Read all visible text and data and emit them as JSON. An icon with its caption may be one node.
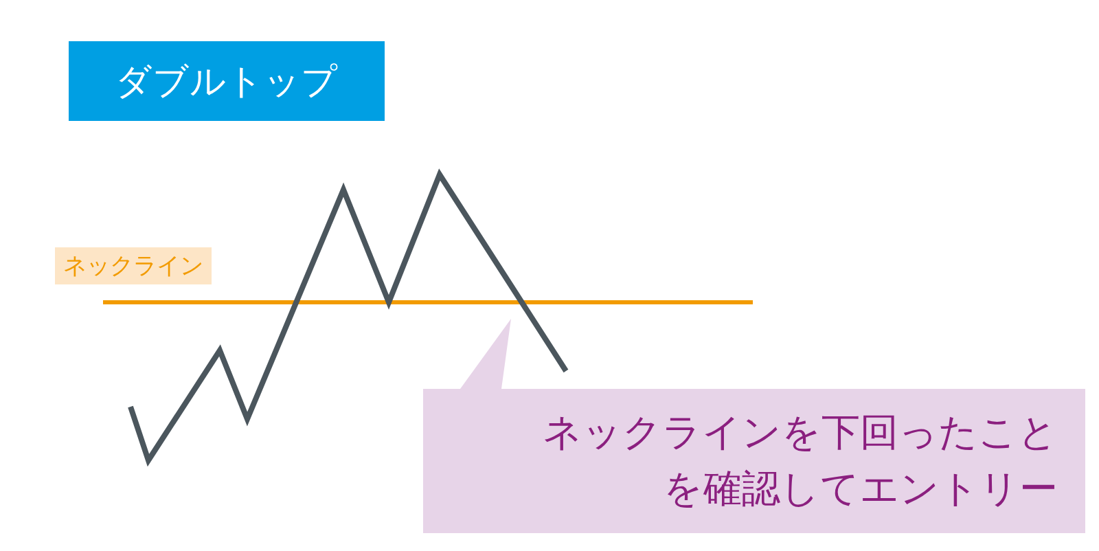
{
  "diagram": {
    "title": "ダブルトップ",
    "nodes": [
      {
        "text": [
          "ネックラインを下回ったことを確認してエントリー"
        ]
      }
    ],
    "labels": [
      "ネックライン"
    ]
  }
}
